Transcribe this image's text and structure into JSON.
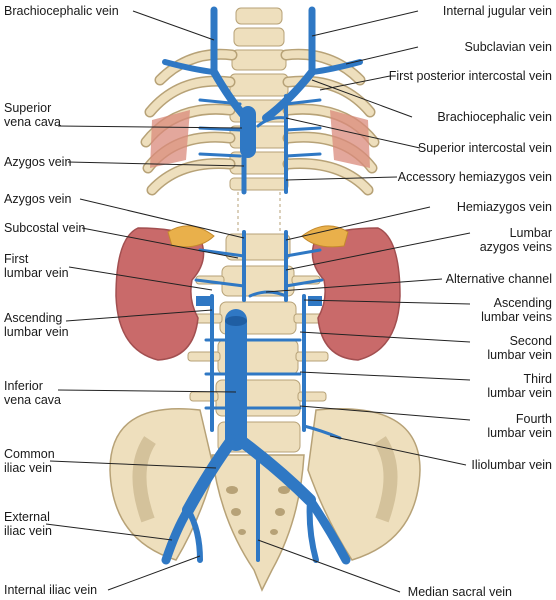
{
  "colors": {
    "vein": "#2f78c4",
    "vein_dark": "#1f5ea3",
    "bone": "#eedfbd",
    "bone_outline": "#b7a277",
    "kidney": "#c96a6a",
    "kidney_dark": "#a24f50",
    "adrenal": "#e9b04b",
    "muscle": "#d98a7b",
    "leader": "#222222"
  },
  "labels_left": [
    {
      "text": "Brachiocephalic vein"
    },
    {
      "text": "Superior\nvena cava"
    },
    {
      "text": "Azygos vein"
    },
    {
      "text": "Azygos vein"
    },
    {
      "text": "Subcostal vein"
    },
    {
      "text": "First\nlumbar vein"
    },
    {
      "text": "Ascending\nlumbar vein"
    },
    {
      "text": "Inferior\nvena cava"
    },
    {
      "text": "Common\niliac vein"
    },
    {
      "text": "External\niliac vein"
    },
    {
      "text": "Internal iliac vein"
    }
  ],
  "labels_right": [
    {
      "text": "Internal jugular vein"
    },
    {
      "text": "Subclavian vein"
    },
    {
      "text": "First posterior intercostal vein"
    },
    {
      "text": "Brachiocephalic vein"
    },
    {
      "text": "Superior intercostal vein"
    },
    {
      "text": "Accessory hemiazygos vein"
    },
    {
      "text": "Hemiazygos vein"
    },
    {
      "text": "Lumbar\nazygos veins"
    },
    {
      "text": "Alternative channel"
    },
    {
      "text": "Ascending\nlumbar veins"
    },
    {
      "text": "Second\nlumbar vein"
    },
    {
      "text": "Third\nlumbar vein"
    },
    {
      "text": "Fourth\nlumbar vein"
    },
    {
      "text": "Iliolumbar vein"
    },
    {
      "text": "Median sacral vein"
    }
  ]
}
